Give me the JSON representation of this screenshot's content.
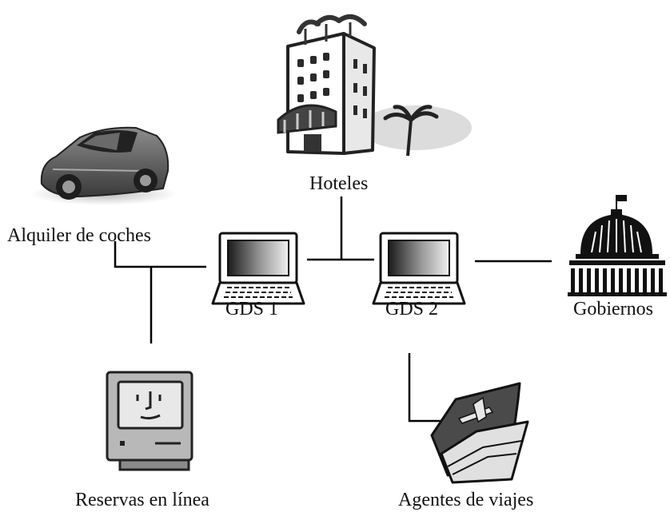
{
  "labels": {
    "hotels": "Hoteles",
    "car_rental": "Alquiler de coches",
    "gds1": "GDS 1",
    "gds2": "GDS 2",
    "governments": "Gobiernos",
    "online_booking": "Reservas en línea",
    "travel_agents": "Agentes de viajes"
  },
  "icons": {
    "hotels": "hotel-building-icon",
    "car_rental": "car-icon",
    "gds1": "laptop-icon",
    "gds2": "laptop-icon",
    "governments": "capitol-dome-icon",
    "online_booking": "desktop-computer-icon",
    "travel_agents": "travel-folder-icon"
  },
  "colors": {
    "line": "#000000",
    "icon_dark": "#3a3a3a",
    "icon_mid": "#8a8a8a",
    "icon_light": "#d6d6d6"
  }
}
